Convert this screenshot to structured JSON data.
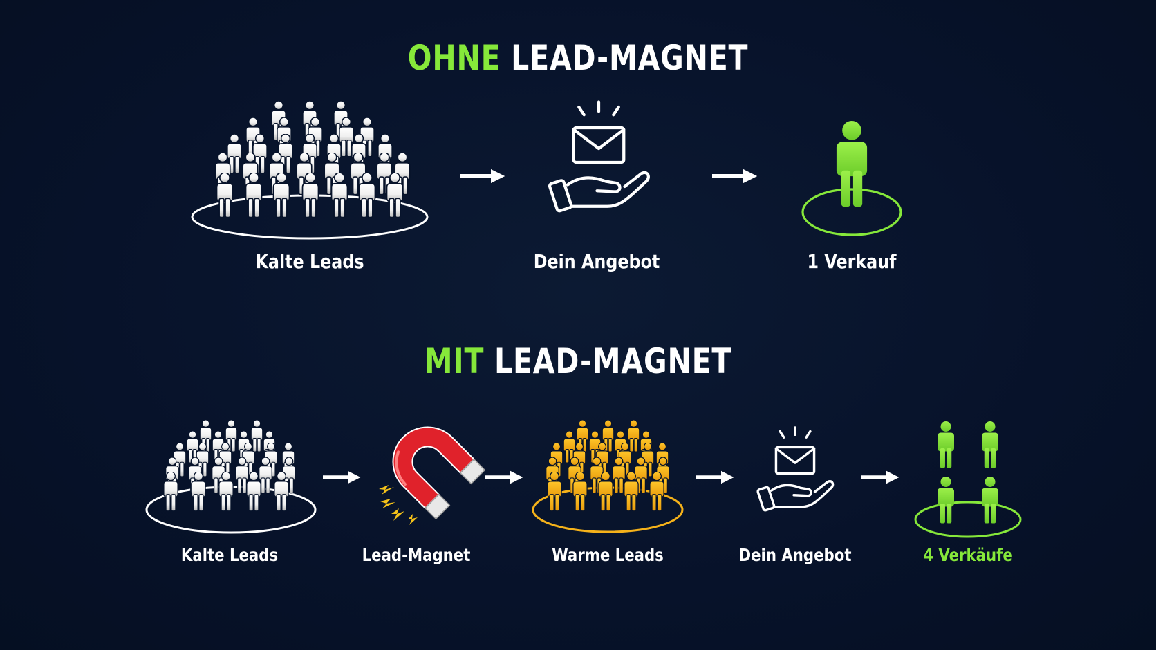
{
  "top": {
    "title_highlight": "OHNE",
    "title_rest": "LEAD-MAGNET",
    "steps": [
      {
        "label": "Kalte Leads",
        "icon": "crowd-white-icon"
      },
      {
        "label": "Dein Angebot",
        "icon": "hand-envelope-icon"
      },
      {
        "label": "1 Verkauf",
        "icon": "single-person-green-icon"
      }
    ]
  },
  "bottom": {
    "title_highlight": "MIT",
    "title_rest": "LEAD-MAGNET",
    "steps": [
      {
        "label": "Kalte Leads",
        "icon": "crowd-white-icon"
      },
      {
        "label": "Lead-Magnet",
        "icon": "magnet-icon"
      },
      {
        "label": "Warme Leads",
        "icon": "crowd-yellow-icon"
      },
      {
        "label": "Dein Angebot",
        "icon": "hand-envelope-icon"
      },
      {
        "label": "4 Verkäufe",
        "icon": "four-people-green-icon"
      }
    ]
  },
  "colors": {
    "background": "#07132a",
    "accent_green": "#86e83a",
    "warm_yellow": "#f5b21a",
    "magnet_red": "#e0222b",
    "text": "#ffffff"
  }
}
